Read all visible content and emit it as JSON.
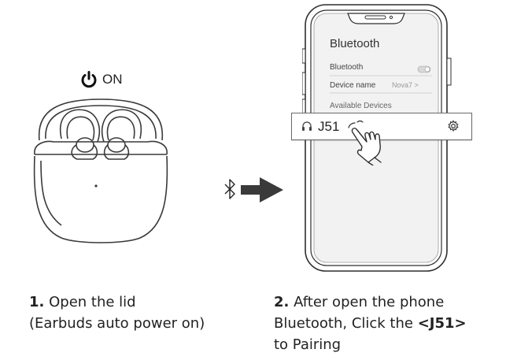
{
  "power": {
    "label": "ON",
    "icon": "power-icon"
  },
  "phone": {
    "screen_title": "Bluetooth",
    "rows": {
      "bluetooth_label": "Bluetooth",
      "device_name_label": "Device name",
      "device_name_value": "Nova7 >",
      "available_label": "Available Devices"
    },
    "popup_device": "J51",
    "icons": [
      "headphones-icon",
      "gear-icon",
      "toggle-switch-icon"
    ]
  },
  "connector": {
    "icons": [
      "bluetooth-icon",
      "arrow-right-icon"
    ]
  },
  "steps": [
    {
      "number": "1.",
      "line1": "Open the lid",
      "line2": "(Earbuds auto power on)"
    },
    {
      "number": "2.",
      "line1": "After open the phone",
      "line2_prefix": "Bluetooth, Click the ",
      "line2_bold": "<J51>",
      "line3": "to Pairing"
    }
  ],
  "colors": {
    "line": "#3a3a3a",
    "arrow": "#3a3a3a",
    "screen": "#f2f2f2"
  }
}
